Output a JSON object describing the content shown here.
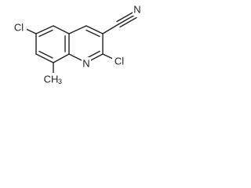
{
  "structure": {
    "atoms": [
      {
        "id": "cl6",
        "label": "Cl"
      },
      {
        "id": "cl2",
        "label": "Cl"
      },
      {
        "id": "n1",
        "label": "N"
      },
      {
        "id": "n_cn",
        "label": "N"
      },
      {
        "id": "ch3",
        "label": "CH",
        "sub": "3"
      }
    ]
  },
  "colors": {
    "ink": "#222222",
    "background": "#ffffff"
  }
}
